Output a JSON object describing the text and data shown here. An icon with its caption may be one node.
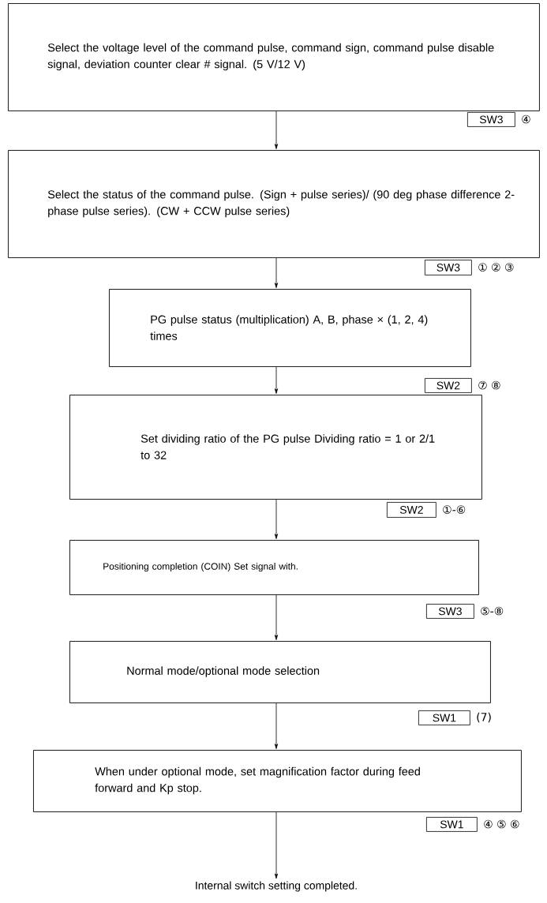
{
  "diagram": {
    "nodes": [
      {
        "text": [
          "Select the voltage level of the command pulse, command sign, command pulse disable signal, deviation counter clear # signal. (5 V/12 V)"
        ]
      },
      {
        "text": [
          "SW3"
        ],
        "beside": [
          "④"
        ]
      },
      {
        "text": [
          "Select the status of the command pulse. (Sign + pulse series)/ (90 deg phase difference 2-phase pulse series). (CW + CCW pulse series)"
        ]
      },
      {
        "text": [
          "SW3"
        ],
        "beside": [
          "① ② ③"
        ]
      },
      {
        "text": [
          "PG pulse status (multiplication) A, B, phase × (1, 2, 4) times"
        ]
      },
      {
        "text": [
          "SW2"
        ],
        "beside": [
          "⑦ ⑧"
        ]
      },
      {
        "text": [
          "Set dividing ratio of the PG pulse Dividing ratio = 1 or 2/1 to 32"
        ]
      },
      {
        "text": [
          "SW2"
        ],
        "beside": [
          "①-⑥"
        ]
      },
      {
        "text": [
          "Positioning completion (COIN) Set signal with."
        ]
      },
      {
        "text": [
          "SW3"
        ],
        "beside": [
          "⑤-⑧"
        ]
      },
      {
        "text": [
          "Normal mode/optional mode selection"
        ]
      },
      {
        "text": [
          "SW1"
        ],
        "beside": [
          "(7)"
        ]
      },
      {
        "text": [
          "When under optional mode, set magnification factor during feed forward and Kp stop."
        ]
      },
      {
        "text": [
          "SW1"
        ],
        "beside": [
          "④ ⑤ ⑥"
        ]
      },
      {
        "text": [
          "Internal switch setting completed."
        ]
      }
    ],
    "edges": [
      {
        "from": 0,
        "to": 2,
        "arrow": "to"
      },
      {
        "from": 2,
        "to": 4,
        "arrow": "to"
      },
      {
        "from": 4,
        "to": 6,
        "arrow": "to"
      },
      {
        "from": 6,
        "to": 8,
        "arrow": "to"
      },
      {
        "from": 8,
        "to": 10,
        "arrow": "to"
      },
      {
        "from": 10,
        "to": 12,
        "arrow": "to"
      },
      {
        "from": 12,
        "to": 14,
        "arrow": "to"
      }
    ]
  }
}
